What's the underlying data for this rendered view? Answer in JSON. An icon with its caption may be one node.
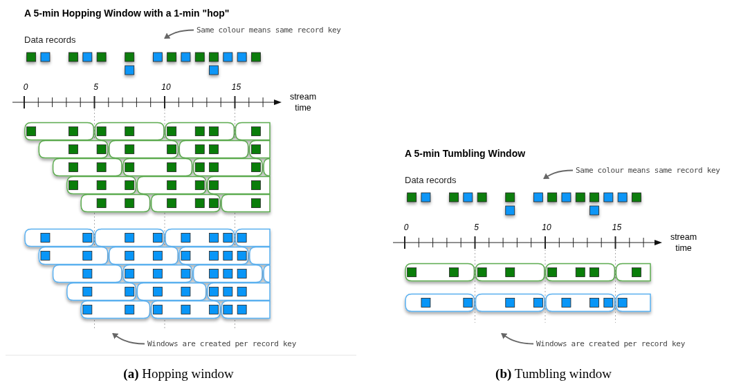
{
  "diagram": {
    "nodes": [
      {
        "text": [
          "Same colour means same record key"
        ]
      },
      {
        "text": [
          "Windows are created per record key"
        ]
      },
      {
        "text": [
          "Same colour means same record key"
        ]
      },
      {
        "text": [
          "Windows are created per record key"
        ]
      }
    ],
    "edges": [
      {
        "from": 0,
        "to": null,
        "arrow": "to"
      },
      {
        "from": 1,
        "to": null,
        "arrow": "to"
      },
      {
        "from": 2,
        "to": null,
        "arrow": "to"
      },
      {
        "from": 3,
        "to": null,
        "arrow": "to"
      }
    ],
    "labels": [
      "A 5-min Hopping Window with a 1-min \"hop\"",
      "Data records",
      "0",
      "5",
      "10",
      "15",
      "stream time",
      "A 5-min Tumbling Window",
      "Data records",
      "0",
      "5",
      "10",
      "15",
      "stream time",
      "**(a)** Hopping window",
      "**(b)** Tumbling window"
    ]
  }
}
